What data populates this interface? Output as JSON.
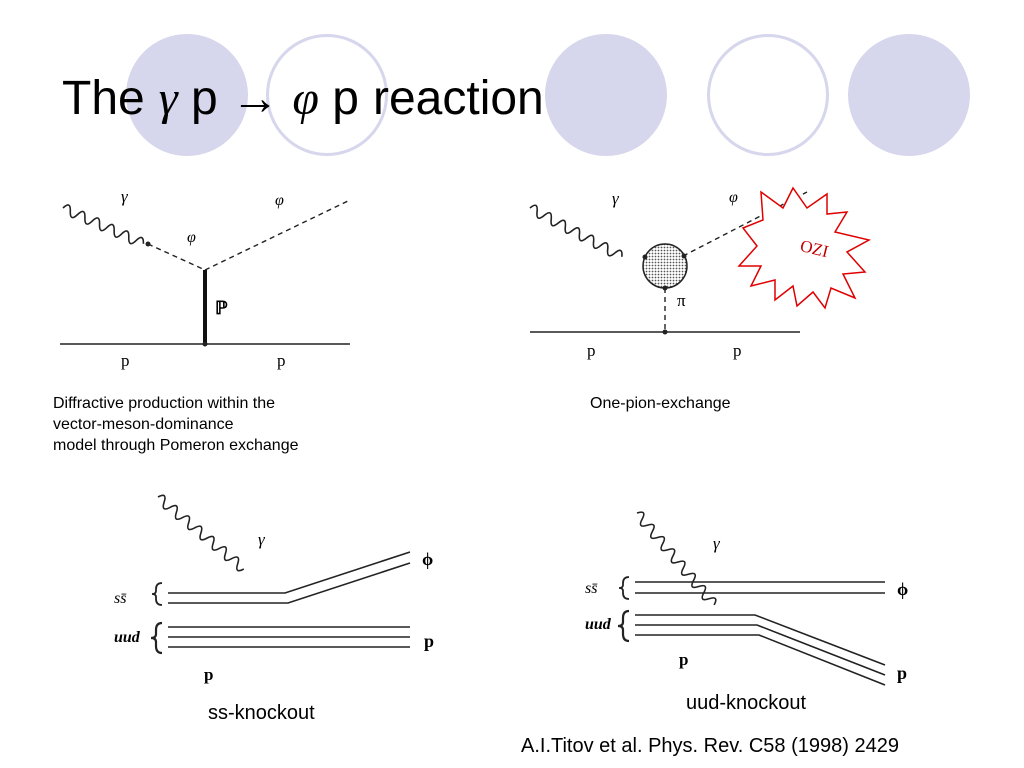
{
  "title": {
    "the": "The",
    "gamma": "γ",
    "p1": "p",
    "arrow": "→",
    "phi": "φ",
    "p2": "p",
    "reaction": "reaction"
  },
  "diagram1": {
    "gamma": "γ",
    "phi_internal": "φ",
    "phi_out": "φ",
    "pomeron": "ℙ",
    "p_left": "p",
    "p_right": "p",
    "caption_line1": "Diffractive production within the",
    "caption_line2": "vector-meson-dominance",
    "caption_line3": "model through Pomeron exchange"
  },
  "diagram2": {
    "gamma": "γ",
    "phi_out": "φ",
    "pi": "π",
    "p_left": "p",
    "p_right": "p",
    "ozi": "OZI",
    "caption": "One-pion-exchange"
  },
  "diagram3": {
    "gamma": "γ",
    "ss": "ss̄",
    "uud": "uud",
    "phi": "ϕ",
    "p_right": "p",
    "p_bottom": "p",
    "caption": "ss-knockout"
  },
  "diagram4": {
    "gamma": "γ",
    "ss": "ss̄",
    "uud": "uud",
    "phi": "ϕ",
    "p_right": "p",
    "p_bottom": "p",
    "caption": "uud-knockout"
  },
  "reference": "A.I.Titov et al.  Phys. Rev. C58 (1998) 2429",
  "colors": {
    "circle_fill": "#d6d6ec",
    "ozi_text": "#c00000",
    "ozi_outline": "#e00000"
  }
}
